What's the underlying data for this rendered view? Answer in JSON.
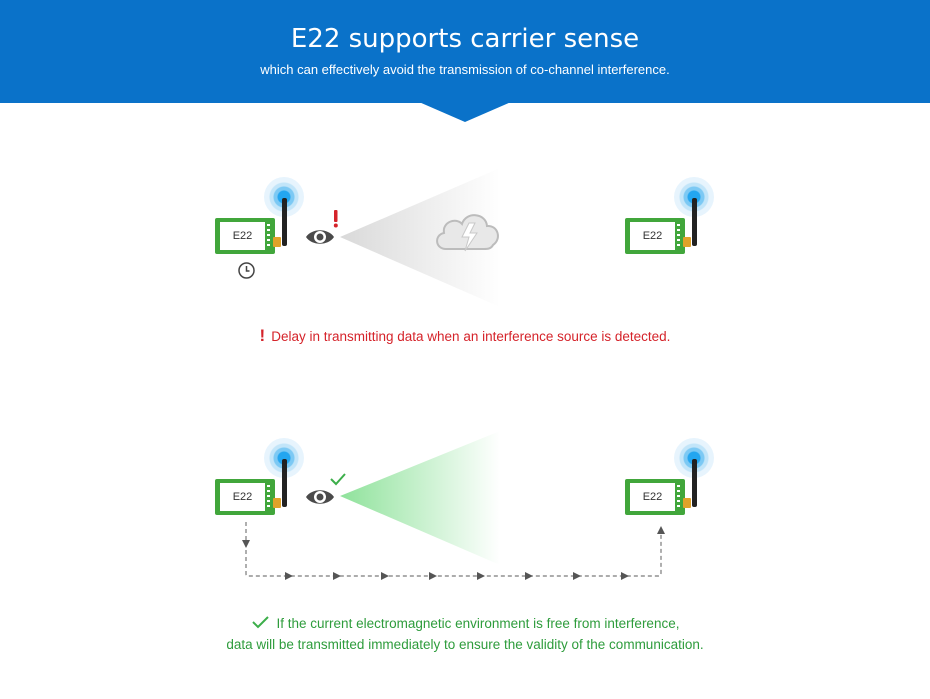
{
  "header": {
    "title": "E22 supports carrier sense",
    "subtitle": "which can effectively avoid the transmission of co-channel interference."
  },
  "scenario_blocked": {
    "sender_label": "E22",
    "receiver_label": "E22",
    "message": "Delay in transmitting data when an interference source is detected.",
    "message_mark": "!"
  },
  "scenario_clear": {
    "sender_label": "E22",
    "receiver_label": "E22",
    "message_line1": "If the current electromagnetic environment is free from interference,",
    "message_line2": "data will be transmitted immediately to ensure the validity of the communication."
  },
  "colors": {
    "banner": "#0a72c9",
    "module_green": "#41a63b",
    "warning_red": "#d5232a",
    "ok_green": "#2e9c3c",
    "signal_blue": "#23a6f0"
  },
  "icons": [
    "eye-icon",
    "warning-icon",
    "clock-icon",
    "cloud-lightning-icon",
    "checkmark-icon",
    "signal-icon"
  ]
}
